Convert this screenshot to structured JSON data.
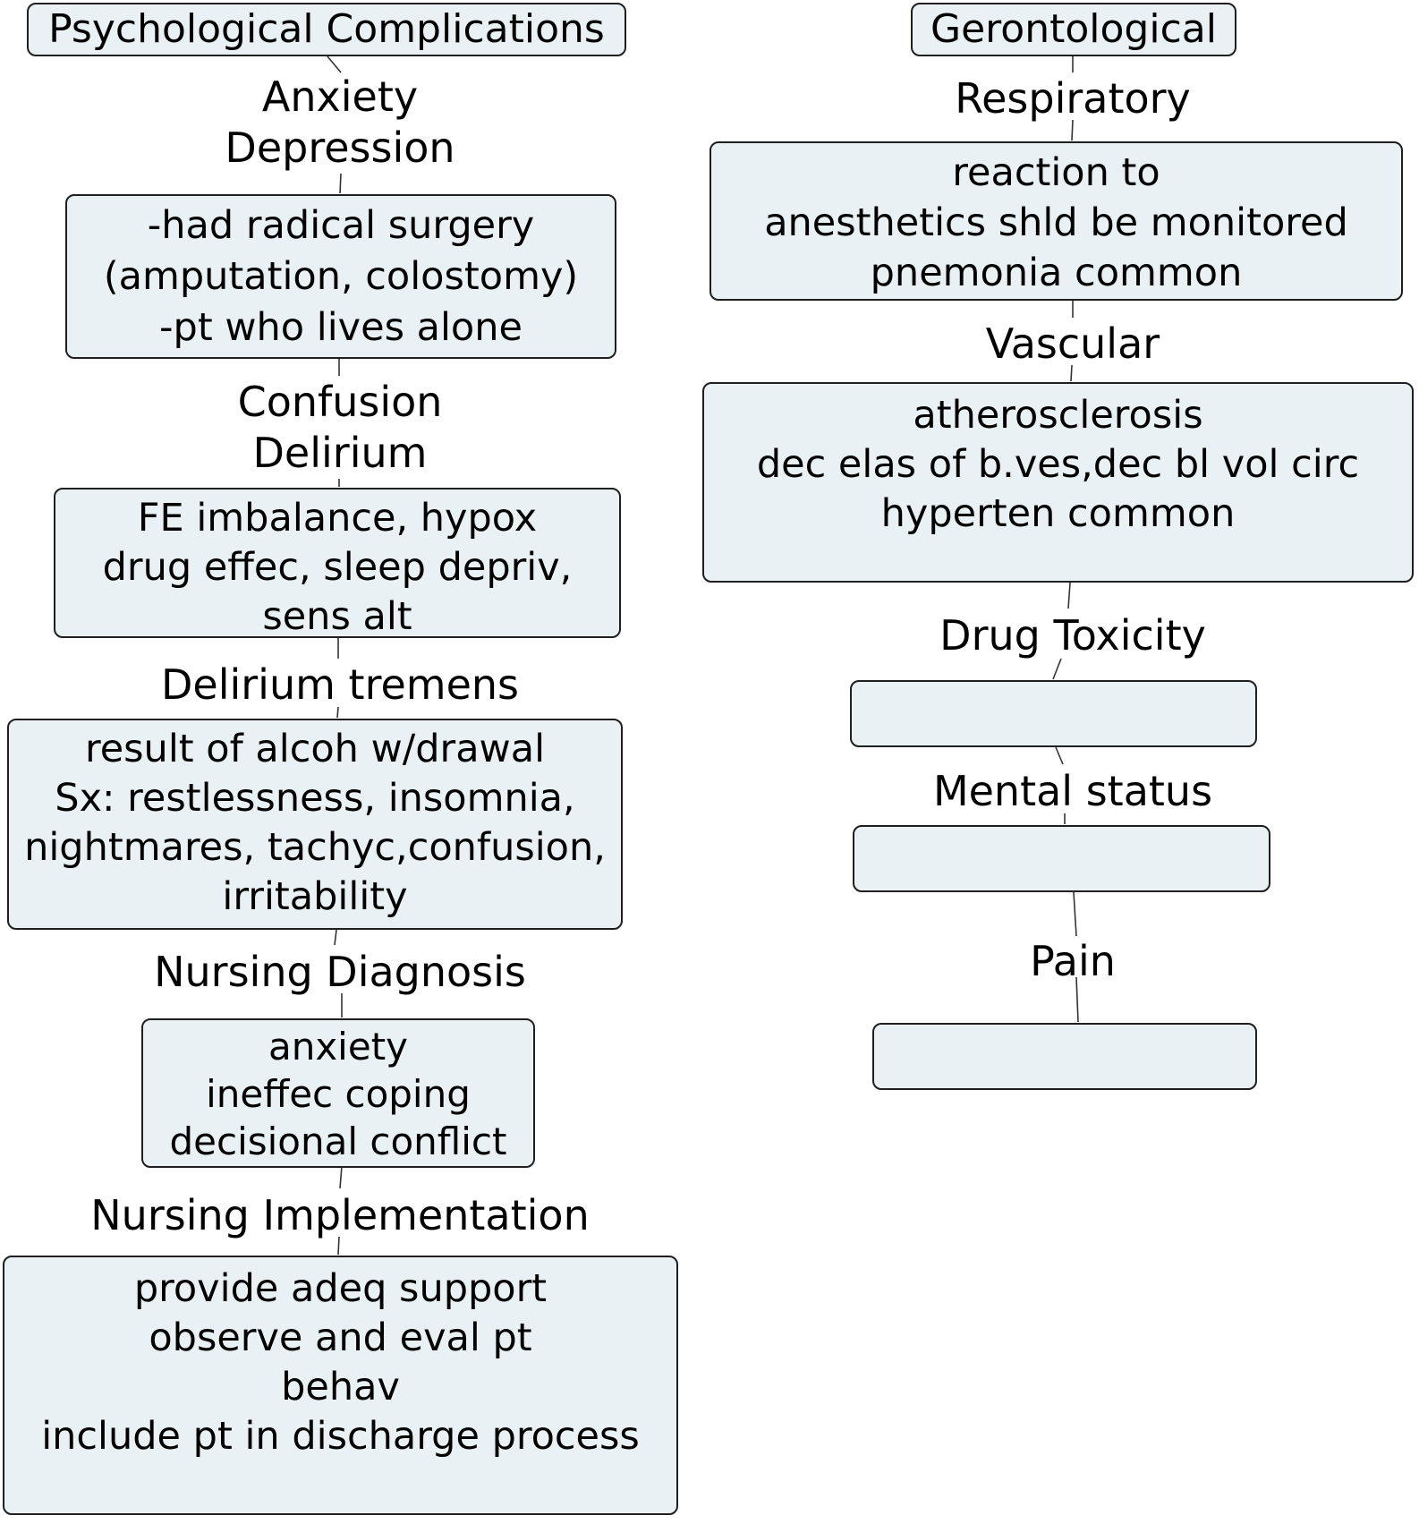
{
  "palette": {
    "background": "#ffffff",
    "node_fill": "#e9f1f4",
    "node_border": "#1f1f1f",
    "text_color": "#000000",
    "connector_color": "#333333"
  },
  "left_column": {
    "title": "Psychological Complications",
    "items": [
      {
        "kind": "label",
        "text": "Anxiety\nDepression"
      },
      {
        "kind": "box",
        "text": "-had radical surgery\n(amputation, colostomy)\n-pt who lives alone"
      },
      {
        "kind": "label",
        "text": "Confusion\nDelirium"
      },
      {
        "kind": "box",
        "text": "FE imbalance, hypox\ndrug effec, sleep depriv,\nsens alt"
      },
      {
        "kind": "label",
        "text": "Delirium tremens"
      },
      {
        "kind": "box",
        "text": "result of alcoh w/drawal\nSx: restlessness, insomnia,\nnightmares, tachyc,confusion,\nirritability"
      },
      {
        "kind": "label",
        "text": "Nursing Diagnosis"
      },
      {
        "kind": "box",
        "text": "anxiety\nineffec coping\ndecisional conflict"
      },
      {
        "kind": "label",
        "text": "Nursing Implementation"
      },
      {
        "kind": "box",
        "text": "provide adeq support\nobserve and eval pt\nbehav\ninclude pt in discharge process"
      }
    ]
  },
  "right_column": {
    "title": "Gerontological",
    "items": [
      {
        "kind": "label",
        "text": "Respiratory"
      },
      {
        "kind": "box",
        "text": "reaction to\nanesthetics shld be monitored\npnemonia common"
      },
      {
        "kind": "label",
        "text": "Vascular"
      },
      {
        "kind": "box",
        "text": "atherosclerosis\ndec elas of b.ves,dec bl vol circ\nhyperten common"
      },
      {
        "kind": "label",
        "text": "Drug Toxicity"
      },
      {
        "kind": "box",
        "text": ""
      },
      {
        "kind": "label",
        "text": "Mental status"
      },
      {
        "kind": "box",
        "text": ""
      },
      {
        "kind": "label",
        "text": "Pain"
      },
      {
        "kind": "box",
        "text": ""
      }
    ]
  }
}
